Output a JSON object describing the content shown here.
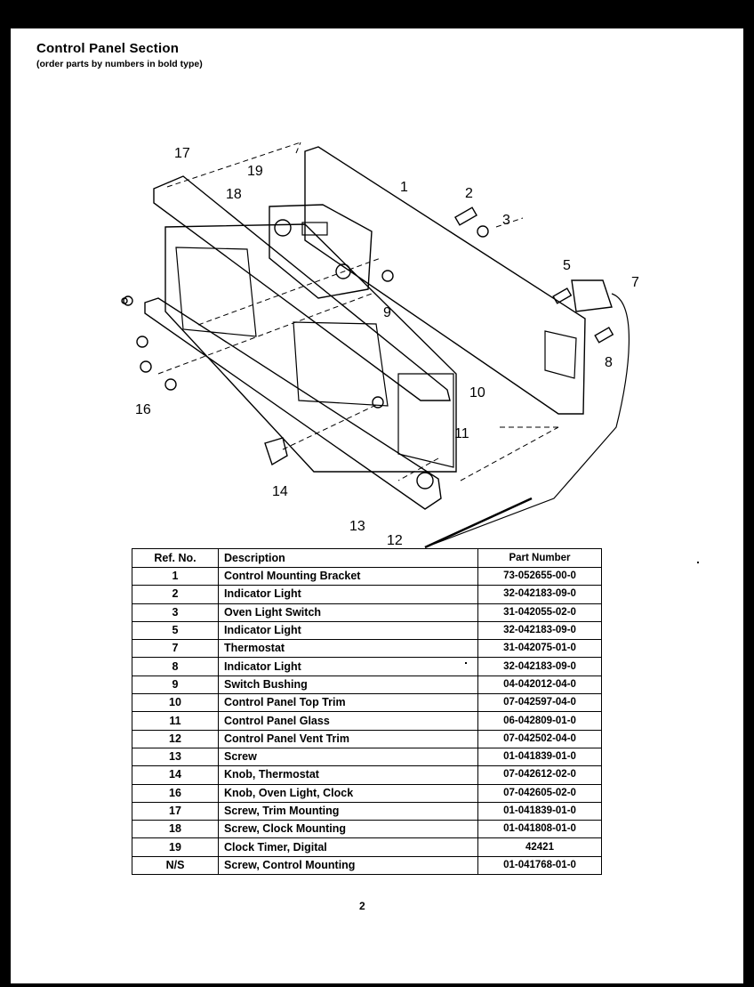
{
  "header": {
    "title": "Control Panel Section",
    "subtitle": "(order parts by numbers in bold type)"
  },
  "diagram": {
    "callouts": [
      "1",
      "2",
      "3",
      "5",
      "7",
      "8",
      "9",
      "10",
      "11",
      "12",
      "13",
      "14",
      "16",
      "17",
      "18",
      "19"
    ]
  },
  "table": {
    "headers": [
      "Ref. No.",
      "Description",
      "Part Number"
    ],
    "rows": [
      {
        "ref": "1",
        "desc": "Control Mounting Bracket",
        "part": "73-052655-00-0"
      },
      {
        "ref": "2",
        "desc": "Indicator Light",
        "part": "32-042183-09-0"
      },
      {
        "ref": "3",
        "desc": "Oven Light Switch",
        "part": "31-042055-02-0"
      },
      {
        "ref": "5",
        "desc": "Indicator Light",
        "part": "32-042183-09-0"
      },
      {
        "ref": "7",
        "desc": "Thermostat",
        "part": "31-042075-01-0"
      },
      {
        "ref": "8",
        "desc": "Indicator Light",
        "part": "32-042183-09-0"
      },
      {
        "ref": "9",
        "desc": "Switch Bushing",
        "part": "04-042012-04-0"
      },
      {
        "ref": "10",
        "desc": "Control Panel Top Trim",
        "part": "07-042597-04-0"
      },
      {
        "ref": "11",
        "desc": "Control Panel Glass",
        "part": "06-042809-01-0"
      },
      {
        "ref": "12",
        "desc": "Control Panel Vent Trim",
        "part": "07-042502-04-0"
      },
      {
        "ref": "13",
        "desc": "Screw",
        "part": "01-041839-01-0"
      },
      {
        "ref": "14",
        "desc": "Knob, Thermostat",
        "part": "07-042612-02-0"
      },
      {
        "ref": "16",
        "desc": "Knob, Oven Light, Clock",
        "part": "07-042605-02-0"
      },
      {
        "ref": "17",
        "desc": "Screw, Trim Mounting",
        "part": "01-041839-01-0"
      },
      {
        "ref": "18",
        "desc": "Screw, Clock Mounting",
        "part": "01-041808-01-0"
      },
      {
        "ref": "19",
        "desc": "Clock Timer, Digital",
        "part": "42421"
      },
      {
        "ref": "N/S",
        "desc": "Screw, Control Mounting",
        "part": "01-041768-01-0"
      }
    ]
  },
  "footer": {
    "page_number": "2"
  }
}
